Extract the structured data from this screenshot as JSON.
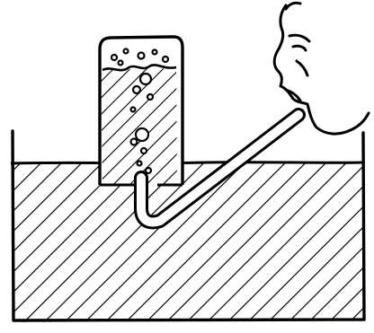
{
  "diagram": {
    "ink_color": "#000000",
    "background_color": "#ffffff",
    "components": [
      "water-basin",
      "water",
      "inverted-jar",
      "bubbles",
      "bent-tube",
      "person-head"
    ]
  }
}
